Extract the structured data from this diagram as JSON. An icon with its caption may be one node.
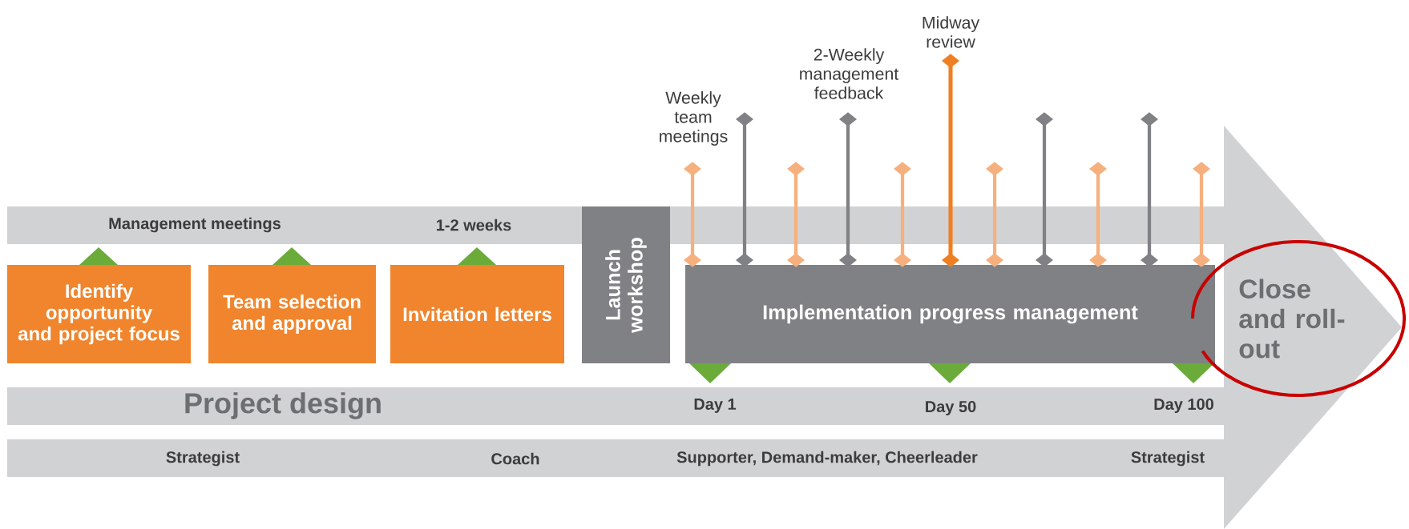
{
  "diagram": {
    "nodes": [
      {
        "text": [
          "Management meetings",
          "1-2 weeks"
        ]
      },
      {
        "text": [
          "Identify opportunity and project focus"
        ]
      },
      {
        "text": [
          "Team selection and approval"
        ]
      },
      {
        "text": [
          "Invitation letters"
        ]
      },
      {
        "text": [
          "Launch workshop"
        ]
      },
      {
        "text": [
          "Implementation progress management"
        ]
      },
      {
        "text": [
          "Close and roll-out"
        ]
      },
      {
        "text": [
          "Project design",
          "Day 1",
          "Day 50",
          "Day 100"
        ]
      },
      {
        "text": [
          "Strategist",
          "Coach",
          "Supporter, Demand-maker, Cheerleader",
          "Strategist"
        ]
      }
    ],
    "labels": [
      "Midway review",
      "2-Weekly management feedback",
      "Weekly team meetings"
    ]
  }
}
